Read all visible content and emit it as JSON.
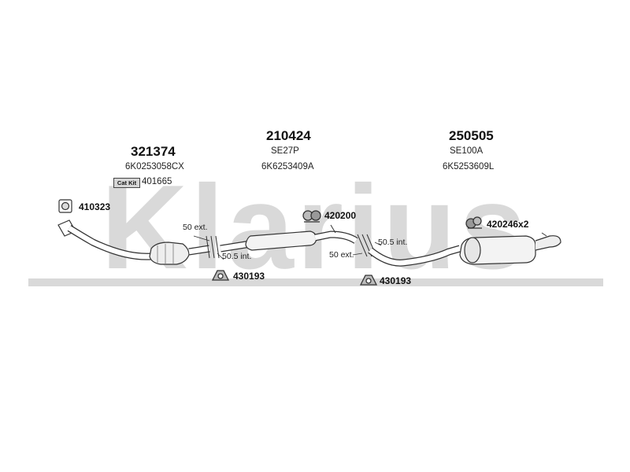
{
  "watermark": {
    "text": "Klarius",
    "color": "#d9d9d9"
  },
  "sections": [
    {
      "part_no": "321374",
      "code": "6K0253058CX",
      "kit_label": "Cat Kit",
      "kit_no": "401665"
    },
    {
      "part_no": "210424",
      "model": "SE27P",
      "code": "6K6253409A"
    },
    {
      "part_no": "250505",
      "model": "SE100A",
      "code": "6K5253609L"
    }
  ],
  "parts": {
    "gasket": "410323",
    "clamp_mid": "420200",
    "mounting_left": "430193",
    "mounting_right": "430193",
    "hanger_rear": "420246x2"
  },
  "joints": {
    "left": {
      "ext": "50 ext.",
      "int": "50.5 int."
    },
    "right": {
      "ext": "50 ext.",
      "int": "50.5 int."
    }
  }
}
